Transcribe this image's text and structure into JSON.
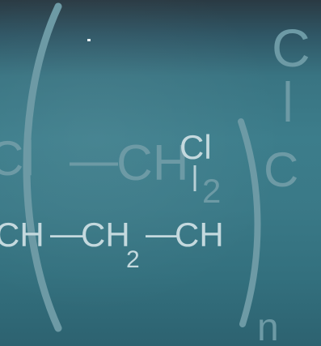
{
  "formula": {
    "row1_left_fragment": "Cl",
    "row1_bond": "—",
    "row1_ch": "CH",
    "row1_sub": "2",
    "row1_cl": "Cl",
    "row1_c": "C",
    "top_right_c": "C",
    "row2_left": "CH",
    "row2_bond1": "—",
    "row2_ch2": "CH",
    "row2_sub": "2",
    "row2_bond2": "—",
    "row2_ch": "CH",
    "repeat_subscript": "n"
  },
  "colors": {
    "background_top": "#2a3a43",
    "background_main": "#3c7d8b",
    "text_faint": "#6d9aa5",
    "text_bright": "#c4d9de"
  }
}
